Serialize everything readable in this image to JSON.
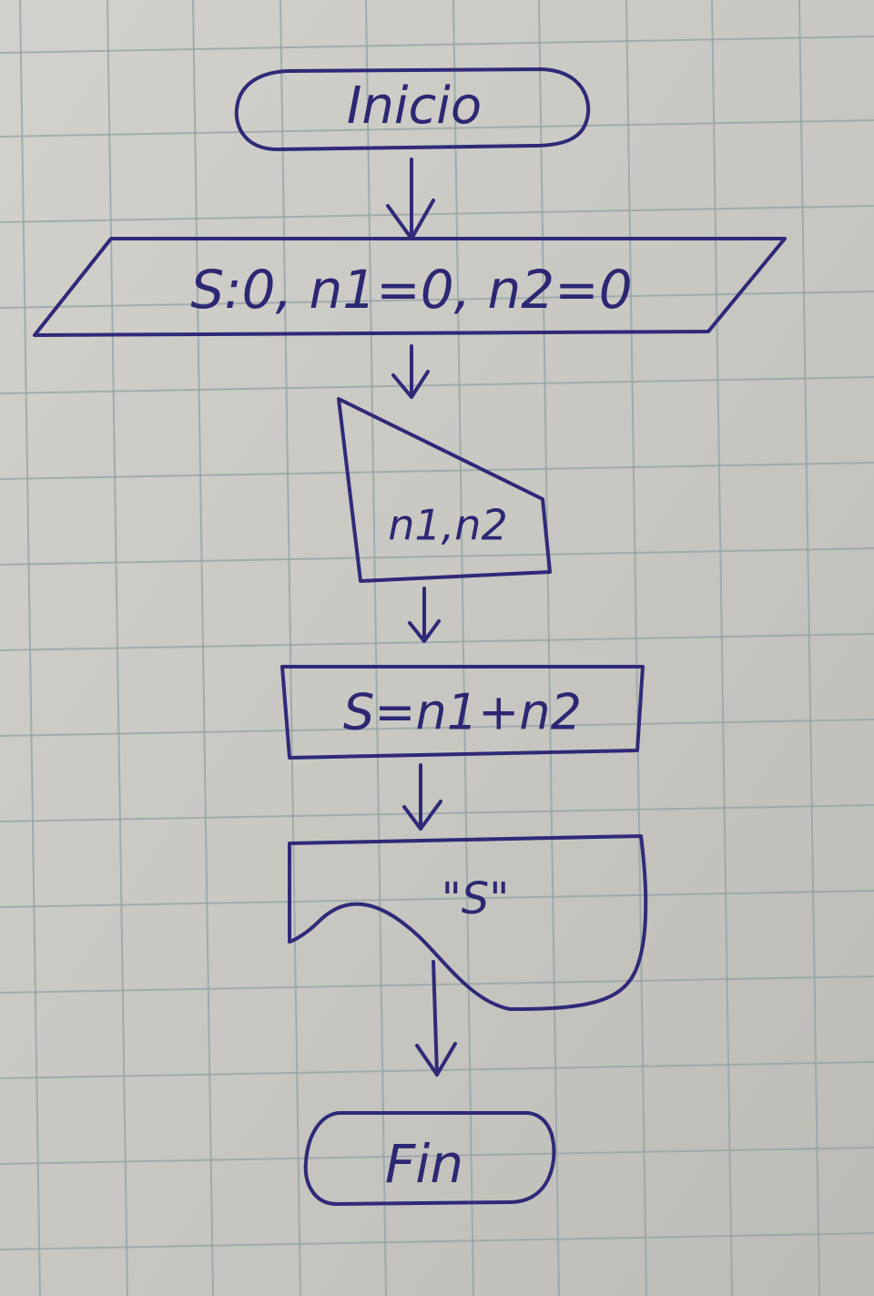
{
  "flowchart": {
    "start": {
      "label": "Inicio"
    },
    "init": {
      "label": "S:0, n1=0, n2=0"
    },
    "input": {
      "label": "n1,n2"
    },
    "process": {
      "label": "S=n1+n2"
    },
    "output": {
      "label": "\"S\""
    },
    "end": {
      "label": "Fin"
    }
  },
  "colors": {
    "ink": "#2f2a78",
    "paper": "#c9c7c2",
    "grid": "#8fa3a6"
  }
}
